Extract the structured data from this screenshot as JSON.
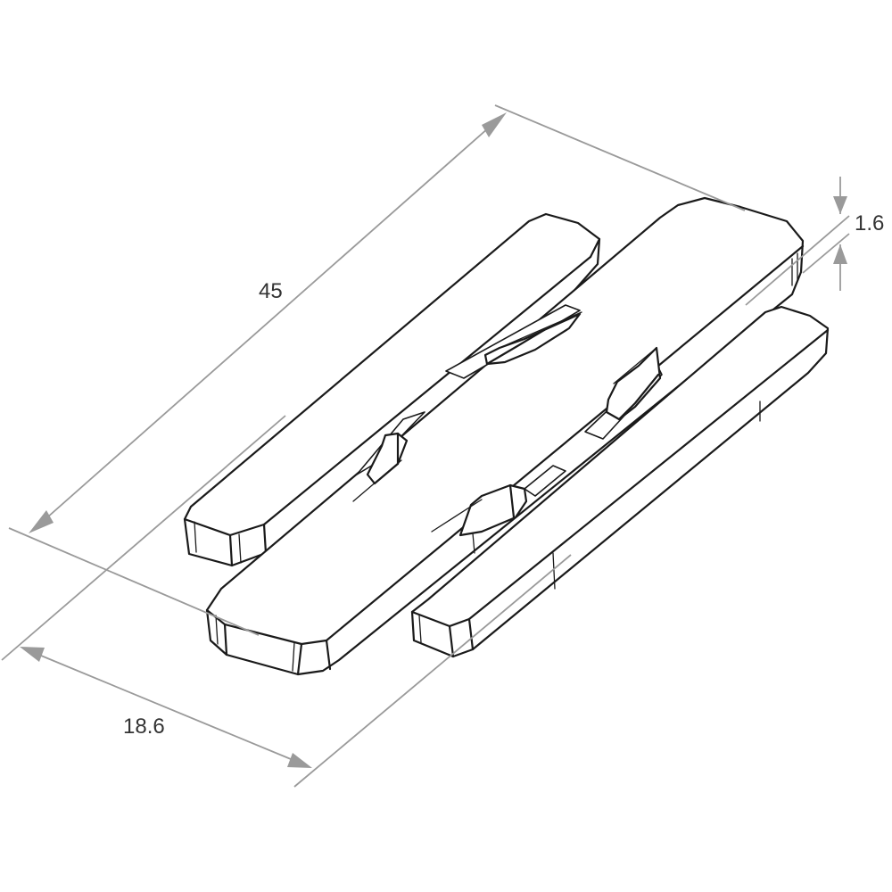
{
  "drawing": {
    "dimensions": {
      "length": "45",
      "width": "18.6",
      "thickness": "1.6"
    },
    "colors": {
      "part_outline": "#1a1a1a",
      "dimension_lines": "#9a9a9a",
      "dimension_text": "#333333",
      "background": "#ffffff"
    }
  }
}
